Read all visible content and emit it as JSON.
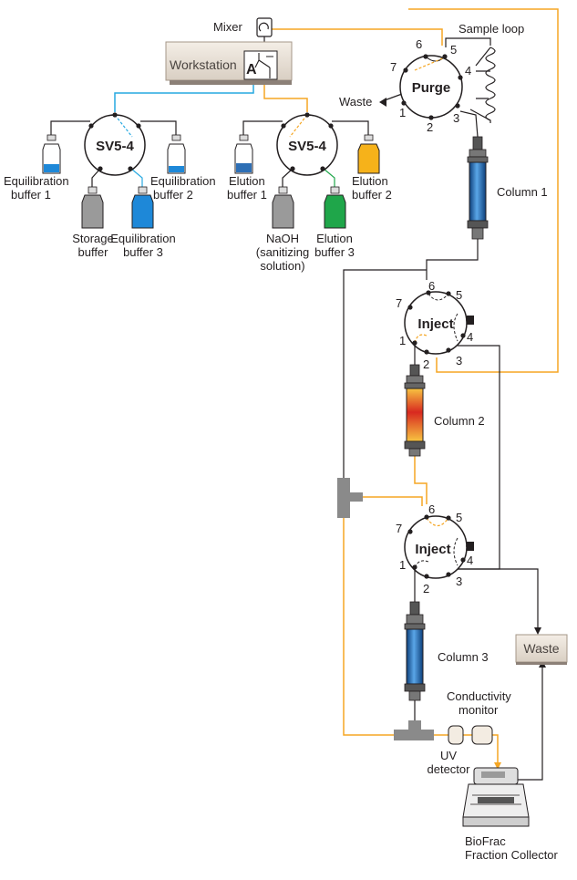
{
  "labels": {
    "mixer": "Mixer",
    "workstation": "Workstation",
    "workstation_port": "A",
    "sample_loop": "Sample loop",
    "waste_top": "Waste",
    "column1": "Column 1",
    "column2": "Column 2",
    "column3": "Column 3",
    "waste_box": "Waste",
    "conductivity_monitor": [
      "Conductivity",
      "monitor"
    ],
    "uv_detector": [
      "UV",
      "detector"
    ],
    "fraction_collector": [
      "BioFrac",
      "Fraction Collector"
    ]
  },
  "valves": {
    "sv_left": "SV5-4",
    "sv_right": "SV5-4",
    "purge": "Purge",
    "inject1": "Inject",
    "inject2": "Inject"
  },
  "port_numbers": [
    "1",
    "2",
    "3",
    "4",
    "5",
    "6",
    "7"
  ],
  "bottles": {
    "equilibration1": [
      "Equilibration",
      "buffer 1"
    ],
    "equilibration2": [
      "Equilibration",
      "buffer 2"
    ],
    "equilibration3": [
      "Equilibration",
      "buffer 3"
    ],
    "storage": [
      "Storage",
      "buffer"
    ],
    "elution1": [
      "Elution",
      "buffer 1"
    ],
    "elution2": [
      "Elution",
      "buffer 2"
    ],
    "elution3": [
      "Elution",
      "buffer 3"
    ],
    "naoh": [
      "NaOH",
      "(sanitizing",
      "solution)"
    ]
  },
  "colors": {
    "orange_line": "#f5a623",
    "blue_line": "#27a9e1",
    "black_line": "#231f20",
    "eq_blue": "#1e88d8",
    "elution_yellow": "#f6b21a",
    "elution_green": "#1fa64a",
    "gray_bottle": "#9a9a9a",
    "column_blue": "#2e6fb5",
    "column_orange": "#f08a1c"
  }
}
